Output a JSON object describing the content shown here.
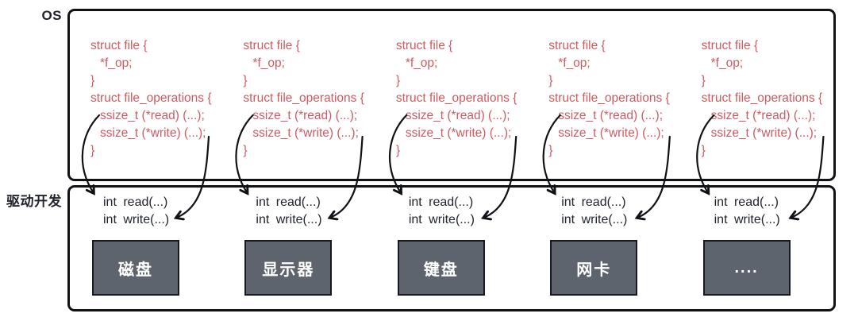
{
  "diagram": {
    "os_label": "OS",
    "driver_label": "驱动开发"
  },
  "os_code": {
    "lines": [
      "struct file {",
      "*f_op;",
      "}",
      "struct file_operations {",
      "ssize_t (*read) (...);",
      "ssize_t (*write) (...);",
      "}"
    ],
    "indents": [
      0,
      1,
      0,
      0,
      1,
      1,
      0
    ]
  },
  "driver_code": {
    "lines": [
      "int read(...)",
      "int write(...)"
    ]
  },
  "devices": [
    "磁盘",
    "显示器",
    "键盘",
    "网卡",
    "...."
  ],
  "column_count": 5,
  "colors": {
    "code_red": "#cf5b60",
    "ink": "#20242c",
    "device_fill": "#5d646e",
    "device_text": "#ffffff",
    "background": "#ffffff"
  }
}
